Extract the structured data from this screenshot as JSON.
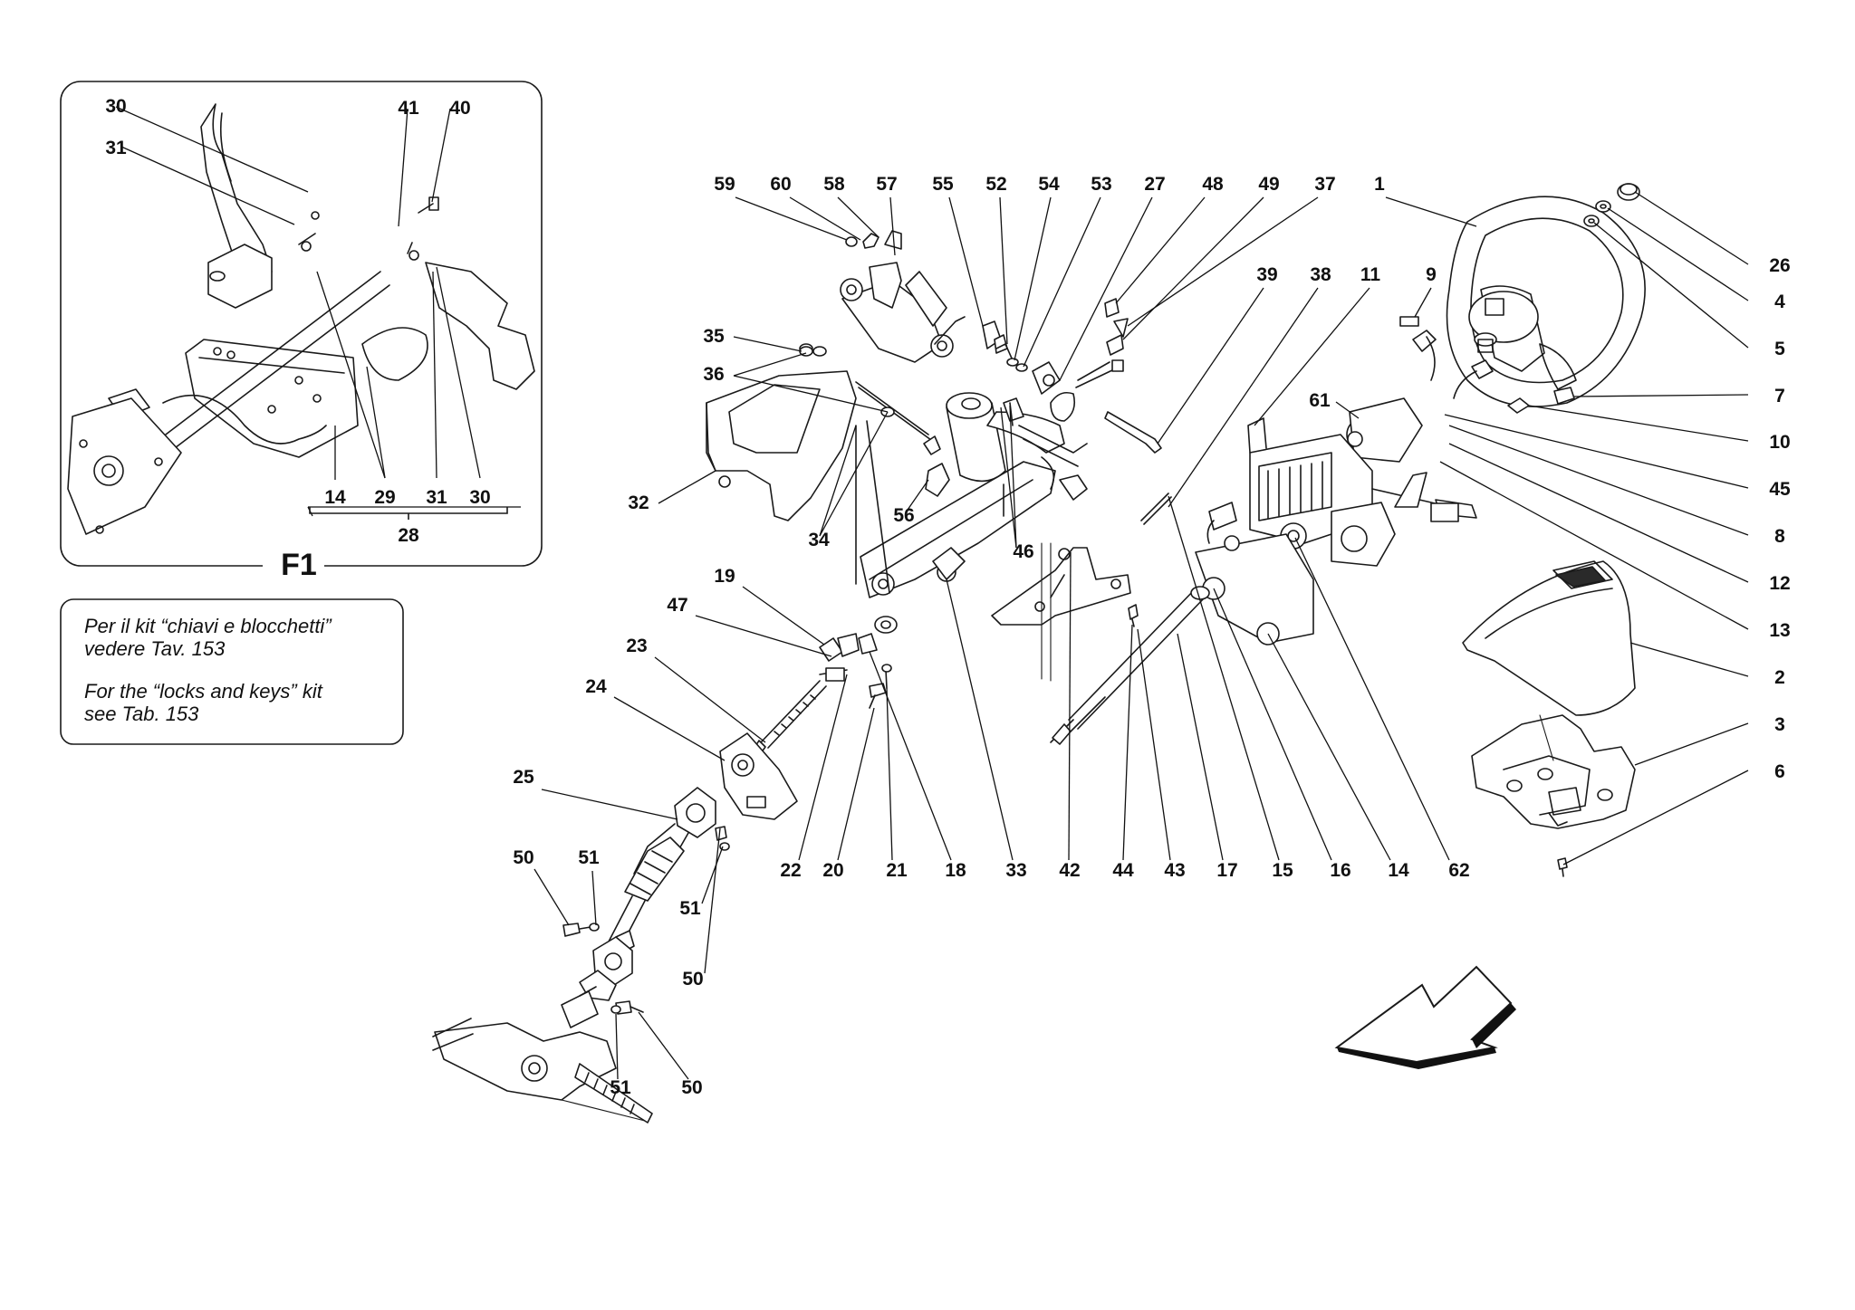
{
  "inset": {
    "title": "F1",
    "group_number": "28",
    "callouts": [
      "30",
      "31",
      "41",
      "40",
      "14",
      "29",
      "31",
      "30"
    ]
  },
  "note": {
    "line1": "Per il kit “chiavi e blocchetti”",
    "line2": "vedere Tav. 153",
    "line3": "For the “locks and keys” kit",
    "line4": "see Tab. 153"
  },
  "callouts": [
    "59",
    "60",
    "58",
    "57",
    "55",
    "52",
    "54",
    "53",
    "27",
    "48",
    "49",
    "37",
    "1",
    "26",
    "4",
    "5",
    "7",
    "10",
    "45",
    "8",
    "12",
    "13",
    "2",
    "3",
    "6",
    "39",
    "38",
    "11",
    "9",
    "61",
    "35",
    "36",
    "32",
    "34",
    "56",
    "46",
    "19",
    "47",
    "23",
    "24",
    "25",
    "50",
    "51",
    "51",
    "50",
    "51",
    "50",
    "22",
    "20",
    "21",
    "18",
    "33",
    "42",
    "44",
    "43",
    "17",
    "15",
    "16",
    "14",
    "62"
  ]
}
